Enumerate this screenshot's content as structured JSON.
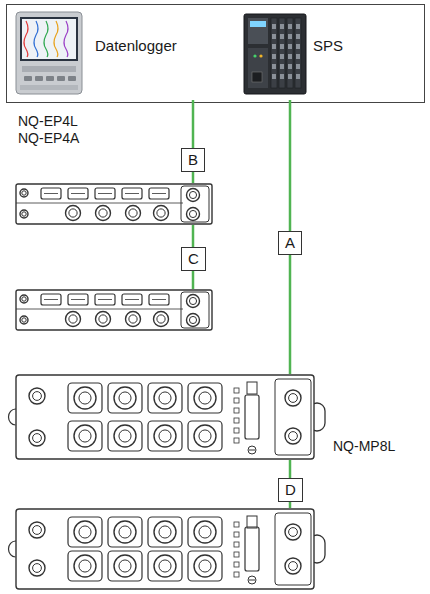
{
  "diagram": {
    "nodes": [
      {
        "text": [
          "Datenlogger"
        ]
      },
      {
        "text": [
          "SPS"
        ]
      },
      {
        "text": [
          "NQ-EP4L NQ-EP4A"
        ]
      },
      {
        "text": []
      },
      {
        "text": [
          "NQ-MP8L"
        ]
      },
      {
        "text": []
      }
    ],
    "edges": [
      {
        "from": 0,
        "to": 2,
        "label": "B",
        "arrow": "none"
      },
      {
        "from": 2,
        "to": 3,
        "label": "C",
        "arrow": "none"
      },
      {
        "from": 1,
        "to": 4,
        "label": "A",
        "arrow": "none"
      },
      {
        "from": 4,
        "to": 5,
        "label": "D",
        "arrow": "none"
      }
    ]
  }
}
